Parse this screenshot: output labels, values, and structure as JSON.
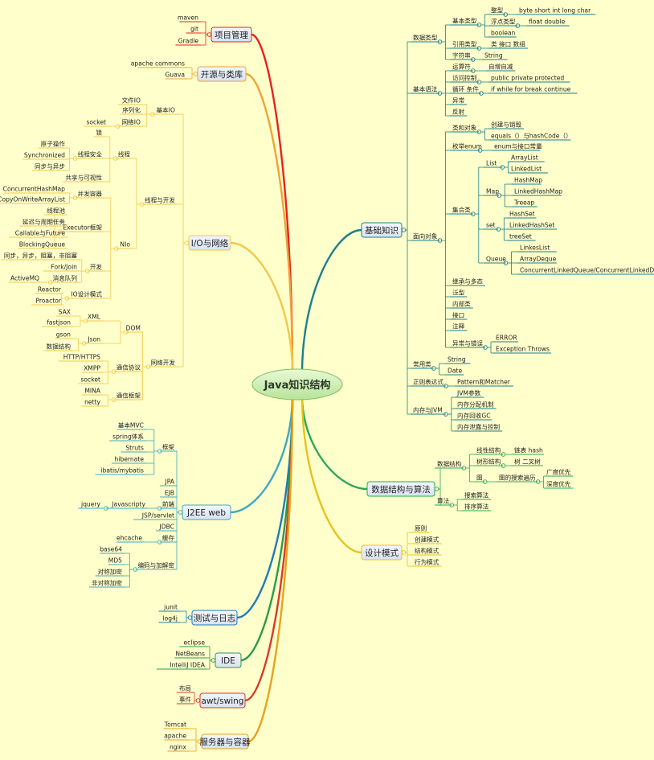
{
  "root": "Java知识结构",
  "branches": [
    {
      "label": "项目管理",
      "color": "#e8211d",
      "leaves": [
        "maven",
        "git",
        "Gradle"
      ]
    },
    {
      "label": "开源与类库",
      "color": "#f0a23a",
      "leaves": [
        "apache commons",
        "Guava"
      ]
    },
    {
      "label": "I/O与网络",
      "color": "#f2c84b",
      "leaves": [
        "文件IO",
        "序列化",
        "网络IO",
        "基本IO",
        "socket",
        "锁",
        "原子操作",
        "Synchronized",
        "同步与异步",
        "线程安全",
        "线程",
        "共享与可视性",
        "ConcurrentHashMap",
        "CopyOnWriteArrayList",
        "并发容器",
        "线程池",
        "延迟与周期任务",
        "Callable与Future",
        "BlockingQueue",
        "Executor框架",
        "NIo",
        "同步，异步，阻塞，非阻塞",
        "Fork/Join",
        "消息队列",
        "ActiveMQ",
        "开发",
        "Reactor",
        "Proactor",
        "IO设计模式",
        "线程与开发",
        "DOM",
        "SAX",
        "XML",
        "fastjson",
        "gson",
        "Json",
        "数据结构",
        "HTTP/HTTPS",
        "XMPP",
        "socket",
        "通信协议",
        "MINA",
        "netty",
        "通信框架",
        "网络开发"
      ]
    },
    {
      "label": "J2EE web",
      "color": "#3ca8c2",
      "leaves": [
        "基本MVC",
        "spring体系",
        "Struts",
        "hibernate",
        "ibatis/mybatis",
        "框架",
        "JPA",
        "EJB",
        "jquery",
        "Javascripty",
        "前端",
        "JSP/servlet",
        "JDBC",
        "ehcache",
        "缓存",
        "base64",
        "MD5",
        "对称加密",
        "非对称加密",
        "编码与加解密"
      ]
    },
    {
      "label": "测试与日志",
      "color": "#1e7bb8",
      "leaves": [
        "junit",
        "log4j"
      ]
    },
    {
      "label": "IDE",
      "color": "#2a9a4a",
      "leaves": [
        "eclipse",
        "NetBeans",
        "IntelliJ IDEA"
      ]
    },
    {
      "label": "awt/swing",
      "color": "#d63a2a",
      "leaves": [
        "布局",
        "事件"
      ]
    },
    {
      "label": "服务器与容器",
      "color": "#e8a21a",
      "leaves": [
        "Tomcat",
        "apache",
        "nginx"
      ]
    },
    {
      "label": "基础知识",
      "color": "#1a7f8e",
      "leaves": [
        "数据类型",
        "基本类型",
        "整型",
        "byte short int long char",
        "浮点类型",
        "float double",
        "boolean",
        "引用类型",
        "类 接口 数组",
        "字符串",
        "String",
        "基本语法",
        "运算符",
        "自增自减",
        "访问控制",
        "public private protected",
        "循环 条件",
        "if while for break continue",
        "异常",
        "反射",
        "面向对象",
        "类和对象",
        "创建与销毁",
        "equals（）与hashCode（）",
        "枚举enum",
        "enum与接口常量",
        "集合类",
        "List",
        "ArrayList",
        "LinkedList",
        "Map",
        "HashMap",
        "LinkedHashMap",
        "Treeap",
        "set",
        "HashSet",
        "LinkedHashSet",
        "treeSet",
        "Queue",
        "LinkesList",
        "ArrayDeque",
        "ConcurrentLinkedQueue/ConcurrentLinkedDeque",
        "继承与多态",
        "泛型",
        "内部类",
        "接口",
        "注释",
        "异常与错误",
        "ERROR",
        "Exception Throws",
        "常用类",
        "String",
        "Date",
        "正则表达式",
        "Pattern和Matcher",
        "内存与JVM",
        "JVM参数",
        "内存分配机制",
        "内存回收GC",
        "内存泄露与控制"
      ]
    },
    {
      "label": "数据结构与算法",
      "color": "#2aa85a",
      "leaves": [
        "数据结构",
        "线性结构",
        "链表 hash",
        "树形结构",
        "树 二叉树",
        "图",
        "图的搜索遍历",
        "广度优先",
        "深度优先",
        "算法",
        "搜索算法",
        "排序算法"
      ]
    },
    {
      "label": "设计模式",
      "color": "#e8c21a",
      "leaves": [
        "原则",
        "创建模式",
        "结构模式",
        "行为模式"
      ]
    }
  ]
}
